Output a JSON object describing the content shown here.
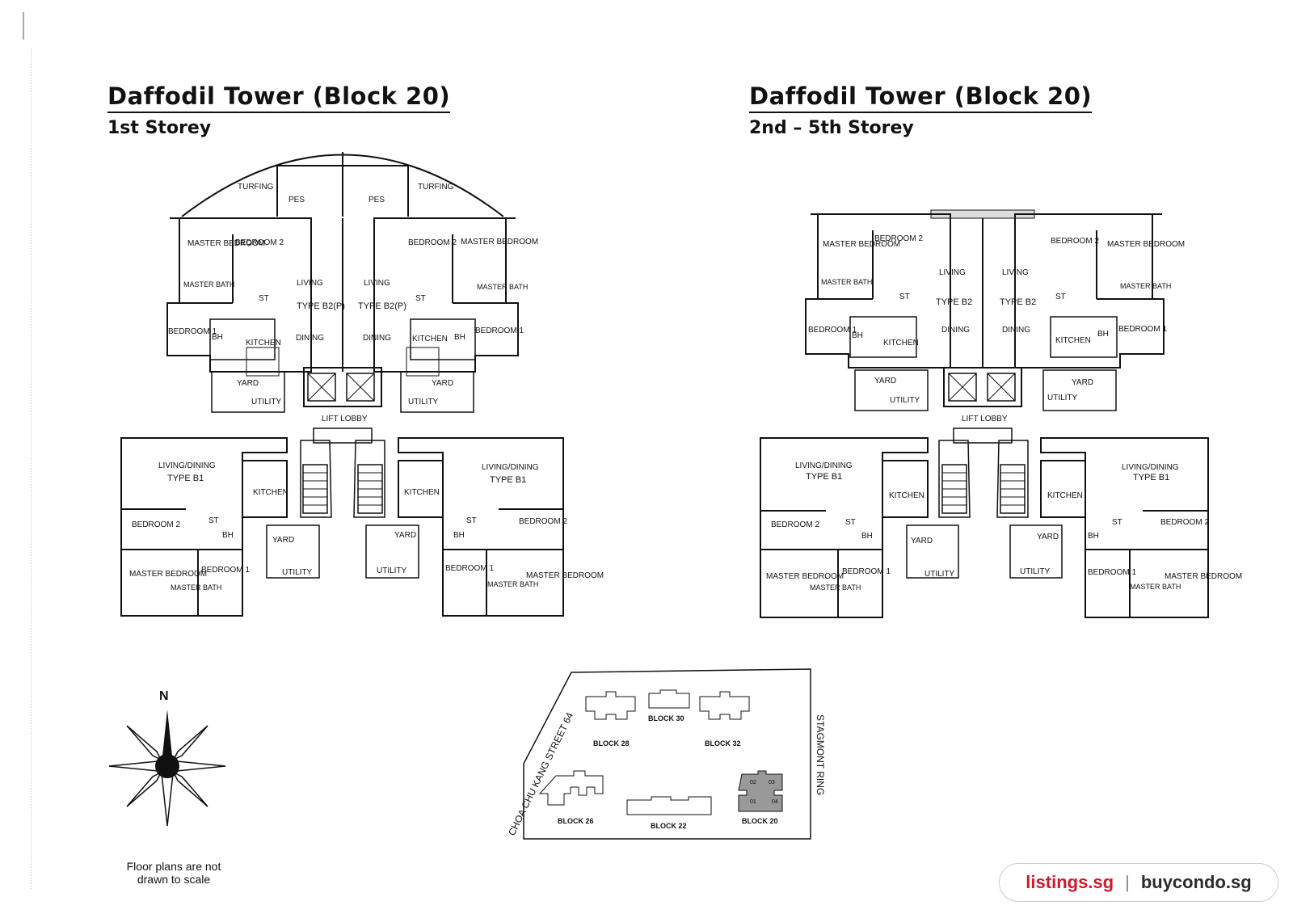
{
  "left_plan": {
    "title": "Daffodil Tower (Block 20)",
    "subtitle": "1st Storey",
    "labels": {
      "turfing": "TURFING",
      "pes": "PES",
      "master_bedroom": "MASTER BEDROOM",
      "bedroom2": "BEDROOM 2",
      "living": "LIVING",
      "type": "TYPE B2(P)",
      "dining": "DINING",
      "master_bath": "MASTER BATH",
      "st": "ST",
      "bedroom1": "BEDROOM 1",
      "bh": "BH",
      "kitchen": "KITCHEN",
      "yard": "YARD",
      "utility": "UTILITY",
      "lift_lobby": "LIFT LOBBY",
      "living_dining": "LIVING/DINING",
      "type_b1": "TYPE B1"
    }
  },
  "right_plan": {
    "title": "Daffodil Tower (Block 20)",
    "subtitle": "2nd – 5th Storey",
    "labels": {
      "master_bedroom": "MASTER BEDROOM",
      "bedroom2": "BEDROOM 2",
      "living": "LIVING",
      "type": "TYPE B2",
      "dining": "DINING",
      "master_bath": "MASTER BATH",
      "st": "ST",
      "bedroom1": "BEDROOM 1",
      "bh": "BH",
      "kitchen": "KITCHEN",
      "yard": "YARD",
      "utility": "UTILITY",
      "lift_lobby": "LIFT LOBBY",
      "living_dining": "LIVING/DINING",
      "type_b1": "TYPE B1"
    }
  },
  "compass": {
    "north": "N"
  },
  "note": "Floor plans are not drawn to scale",
  "site_plan": {
    "street_west": "CHOA CHU KANG STREET 64",
    "street_east": "STAGMONT RING",
    "blocks": [
      "BLOCK 28",
      "BLOCK 30",
      "BLOCK 32",
      "BLOCK 26",
      "BLOCK 22",
      "BLOCK 20"
    ],
    "unit_numbers": [
      "02",
      "03",
      "01",
      "04"
    ]
  },
  "watermark": {
    "site1": "listings.sg",
    "separator": "|",
    "site2": "buycondo.sg",
    "color1": "#d0192c"
  }
}
